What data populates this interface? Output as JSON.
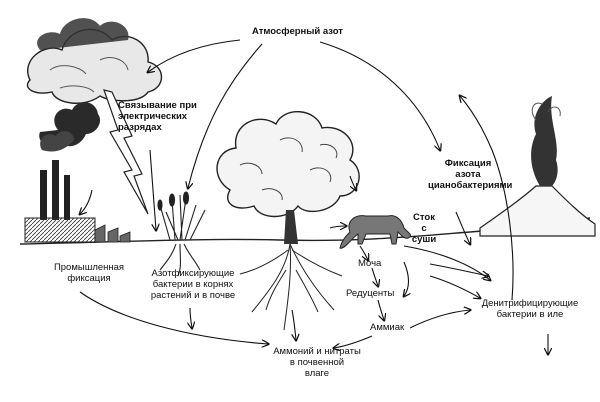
{
  "labels": {
    "atmospheric_nitrogen": "Атмосферный азот",
    "lightning_fixation": "Связывание при\nэлектрических\nразрядах",
    "industrial_fixation": "Промышленная\nфиксация",
    "root_bacteria": "Азотфиксирующие\nбактерии в корнях\nрастений и в почве",
    "cyanobacteria": "Фиксация\nазота\nцианобактериями",
    "runoff": "Сток\nс\nсуши",
    "urine": "Моча",
    "decomposers": "Редуценты",
    "ammonia": "Аммиак",
    "denitrifying": "Денитрифицирующие\nбактерии в иле",
    "ammonium_nitrates": "Аммоний и нитраты\nв почвенной\nвлаге"
  },
  "colors": {
    "ink": "#111111",
    "sky": "#ffffff",
    "ground_line": "#222222"
  }
}
